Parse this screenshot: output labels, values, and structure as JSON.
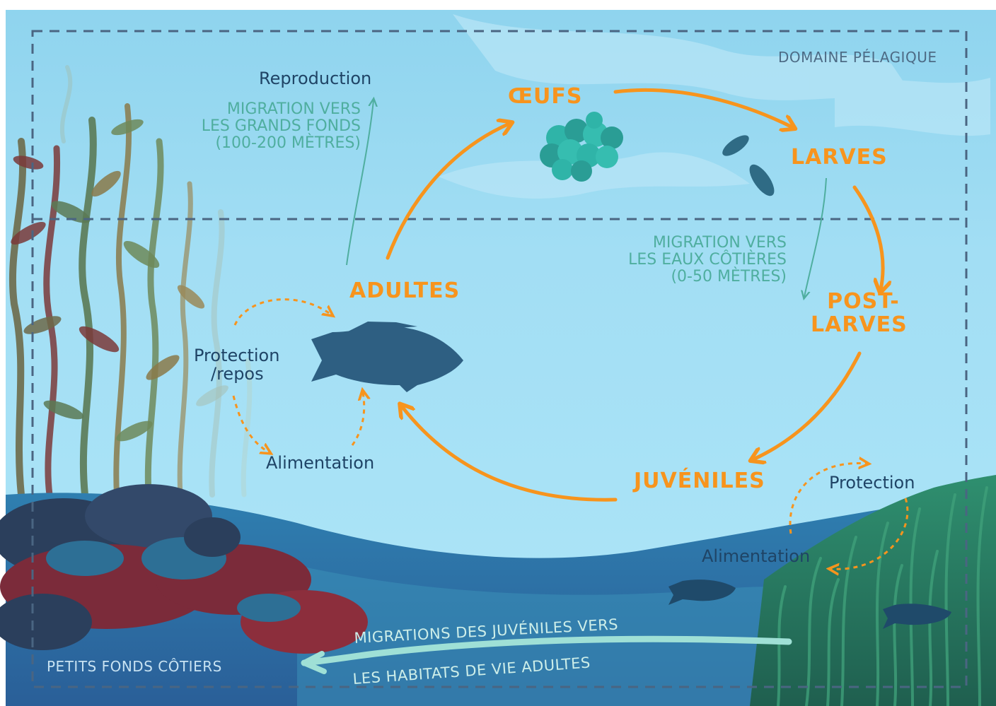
{
  "zones": {
    "pelagic": "DOMAINE PÉLAGIQUE",
    "coastal": "PETITS FONDS CÔTIERS"
  },
  "stages": {
    "eggs": "ŒUFS",
    "larvae": "LARVES",
    "postlarvae_1": "POST-",
    "postlarvae_2": "LARVES",
    "juveniles": "JUVÉNILES",
    "adults": "ADULTES"
  },
  "adult_activities": {
    "reproduction": "Reproduction",
    "protection_1": "Protection",
    "protection_2": "/repos",
    "feeding": "Alimentation"
  },
  "juvenile_activities": {
    "protection": "Protection",
    "feeding": "Alimentation"
  },
  "migrations": {
    "adults_line1": "MIGRATION VERS",
    "adults_line2": "LES GRANDS FONDS",
    "adults_line3": "(100-200 MÈTRES)",
    "larvae_line1": "MIGRATION VERS",
    "larvae_line2": "LES EAUX CÔTIÈRES",
    "larvae_line3": "(0-50 MÈTRES)",
    "juveniles_line1": "MIGRATIONS DES JUVÉNILES VERS",
    "juveniles_line2": "LES HABITATS DE VIE ADULTES"
  },
  "colors": {
    "cycle_arrow": "#f7941d",
    "water_top": "#8fd6ef",
    "water_bottom": "#a9e4f7",
    "label_dark": "#1f4466",
    "migration_teal": "#4fae9f",
    "fish_silhouette": "#2e5f82"
  },
  "icons": {
    "adult_fish": "fish-silhouette-icon",
    "eggs": "egg-cluster-icon",
    "larvae": "leaf-larvae-icon"
  }
}
